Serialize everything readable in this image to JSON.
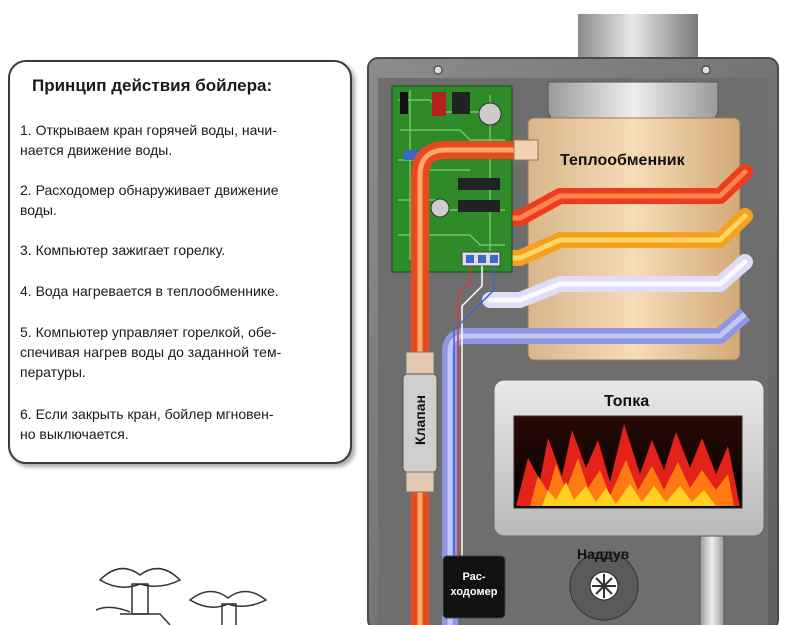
{
  "info": {
    "title": "Принцип действия бойлера:",
    "steps": [
      [
        "1. Открываем кран горячей воды, начи-",
        "нается движение воды."
      ],
      [
        "2. Расходомер обнаруживает движение",
        "воды."
      ],
      [
        "3. Компьютер зажигает горелку."
      ],
      [
        "4. Вода нагревается в теплообменнике."
      ],
      [
        "5. Компьютер управляет горелкой, обе-",
        "спечивая нагрев воды до заданной тем-",
        "пературы."
      ],
      [
        "6. Если закрыть кран, бойлер мгновен-",
        "но выключается."
      ]
    ]
  },
  "diagram": {
    "heat_exchanger": "Теплообменник",
    "furnace": "Топка",
    "valve": "Клапан",
    "blower": "Наддув",
    "flowmeter_line1": "Рас-",
    "flowmeter_line2": "ходомер"
  },
  "colors": {
    "hot_pipe": "#e8501e",
    "cold_pipe": "#9aa0e8",
    "flame_red": "#e32219",
    "flame_yellow": "#ffd21f",
    "heat_exchanger_body": "#f0cfa2",
    "casing": "#707070"
  }
}
